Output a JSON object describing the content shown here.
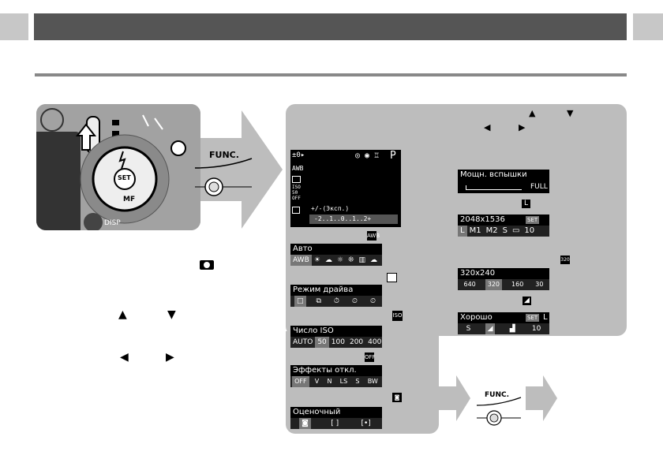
{
  "lcd": {
    "top_left": "±0▸",
    "mode": "P",
    "wb": "AWB",
    "iso_icon": "ISO 50",
    "eff_icon": "OFF",
    "exposure_label": "+/-(Экcп.)",
    "exposure_scale": "-2..1..0..1..2+"
  },
  "menu_wb": {
    "title": "Авто",
    "options": [
      "AWB",
      "☀",
      "☁",
      "☼",
      "❊",
      "▥",
      "☁"
    ]
  },
  "menu_drive": {
    "title": "Режим драйва",
    "options": [
      "□",
      "⧉",
      "⏱",
      "⏲",
      "⏲"
    ]
  },
  "menu_iso": {
    "title": "Число ISO",
    "options": [
      "AUTO",
      "50",
      "100",
      "200",
      "400"
    ]
  },
  "menu_effects": {
    "title": "Эффекты откл.",
    "options": [
      "OFF",
      "V",
      "N",
      "LS",
      "S",
      "BW"
    ]
  },
  "menu_metering": {
    "title": "Оценочный",
    "options": [
      "◙",
      "[ ]",
      "[•]"
    ]
  },
  "menu_flash": {
    "title": "Мощн. вспышки",
    "value": "FULL"
  },
  "menu_resolution": {
    "title": "2048x1536",
    "badge": "SET",
    "options": [
      "L",
      "M1",
      "M2",
      "S",
      "▭",
      "10"
    ]
  },
  "menu_movie": {
    "title": "320x240",
    "options": [
      "640",
      "320",
      "160",
      "30"
    ]
  },
  "menu_quality": {
    "title": "Хорошо",
    "badge": "SET",
    "suffix": "L",
    "options": [
      "S",
      "◢",
      "▟",
      "10"
    ]
  },
  "camera": {
    "func_label": "FUNC.",
    "set_label": "SET",
    "mf_label": "MF",
    "disp_label": "DISP"
  },
  "func_button": {
    "label": "FUNC."
  },
  "icons": {
    "camera": "camera-icon"
  }
}
